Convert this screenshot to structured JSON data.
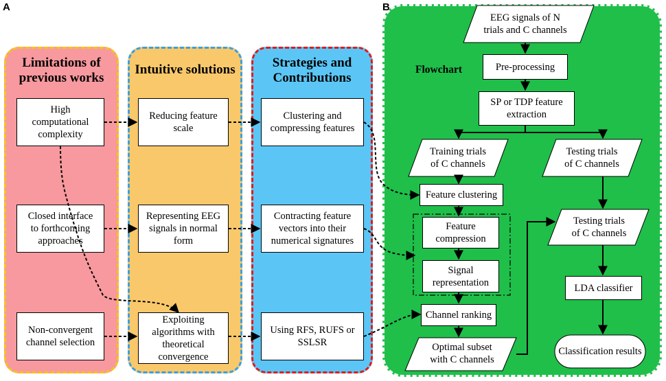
{
  "panel_letters": {
    "a": "A",
    "b": "B"
  },
  "columns": {
    "limitations": {
      "title": "Limitations of\nprevious works",
      "items": [
        "High\ncomputational\ncomplexity",
        "Closed interface\nto forthcoming\napproaches",
        "Non-convergent\nchannel selection"
      ]
    },
    "solutions": {
      "title": "Intuitive solutions",
      "items": [
        "Reducing feature\nscale",
        "Representing EEG\nsignals in normal\nform",
        "Exploiting\nalgorithms with\ntheoretical\nconvergence"
      ]
    },
    "strategies": {
      "title": "Strategies and\nContributions",
      "items": [
        "Clustering and\ncompressing features",
        "Contracting feature\nvectors into their\nnumerical signatures",
        "Using RFS, RUFS or\nSSLSR"
      ]
    }
  },
  "flowchart": {
    "label": "Flowchart",
    "input": "EEG signals of N\ntrials and C channels",
    "preprocessing": "Pre-processing",
    "feature_extraction": "SP or TDP feature\nextraction",
    "training": "Training trials\nof C channels",
    "testing": "Testing trials\nof C channels",
    "feature_clustering": "Feature clustering",
    "feature_compression": "Feature\ncompression",
    "signal_representation": "Signal\nrepresentation",
    "channel_ranking": "Channel ranking",
    "optimal_subset": "Optimal subset\nwith C channels",
    "testing_subset": "Testing trials\nof C channels",
    "lda": "LDA classifier",
    "results": "Classification results"
  },
  "colors": {
    "limitations_fill": "#f7999e",
    "limitations_border": "#f5c518",
    "solutions_fill": "#f9c86b",
    "solutions_border": "#3aa0e0",
    "strategies_fill": "#5bc6f5",
    "strategies_border": "#e01b1b",
    "flowchart_fill": "#1fbf4a",
    "flowchart_border": "#f7f7f7"
  }
}
